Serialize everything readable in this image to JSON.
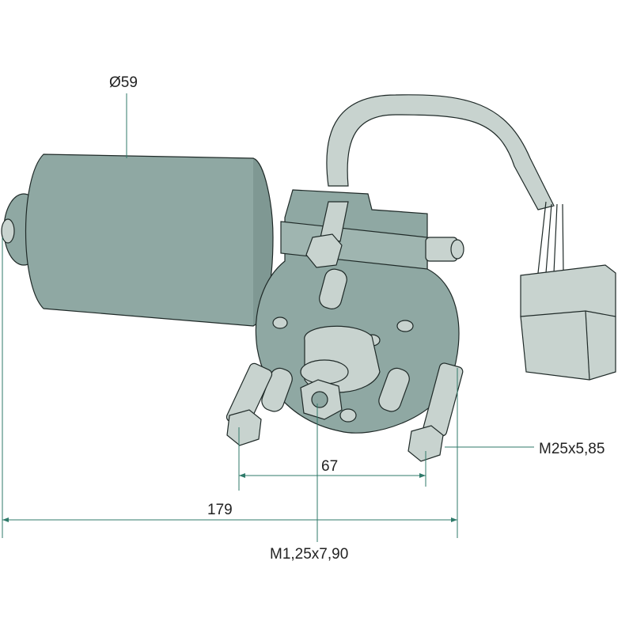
{
  "drawing": {
    "diameter_label": "Ø59",
    "overall_length_label": "179",
    "bolt_spacing_label": "67",
    "mount_thread_label": "M25x5,85",
    "shaft_thread_label": "M1,25x7,90"
  },
  "colors": {
    "body": "#8fa8a3",
    "light": "#c8d3cf",
    "dim_line": "#2f7a6a"
  }
}
